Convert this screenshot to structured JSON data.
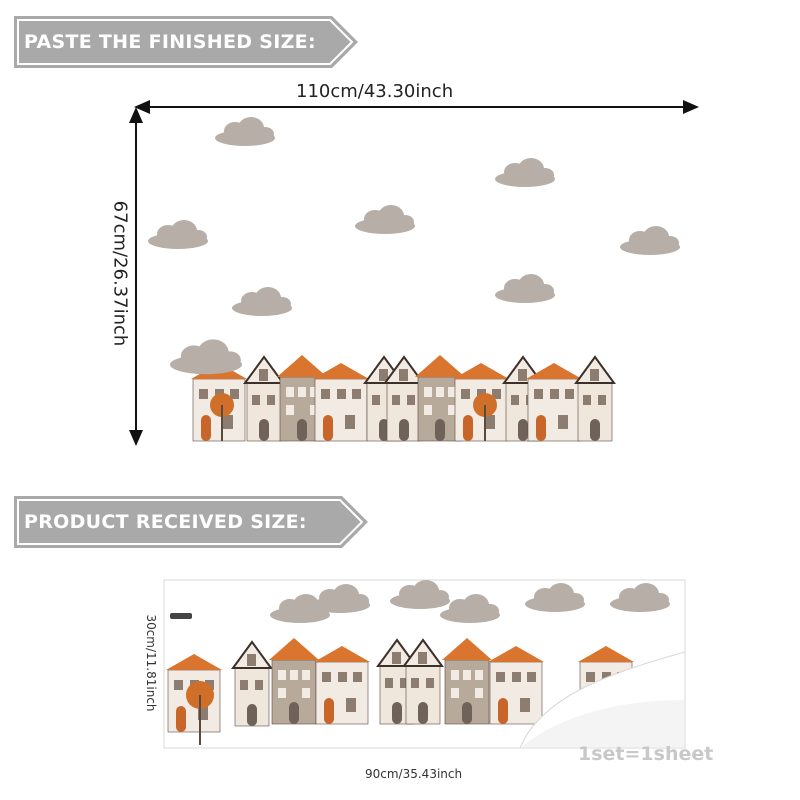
{
  "banners": {
    "finished": "PASTE THE FINISHED SIZE:",
    "received": "PRODUCT RECEIVED SIZE:"
  },
  "finished": {
    "width_label": "110cm/43.30inch",
    "height_label": "67cm/26.37inch"
  },
  "received": {
    "width_label": "90cm/35.43inch",
    "height_label": "30cm/11.81inch",
    "set_label": "1set=1sheet"
  },
  "colors": {
    "banner_gray": "#a9a9a9",
    "cloud": "#b7afa7",
    "roof_orange": "#d9752f",
    "wall_light": "#f1ebe3",
    "wall_taupe": "#b8aa9b",
    "door_orange": "#c8662a",
    "tree": "#cf6f2a"
  }
}
